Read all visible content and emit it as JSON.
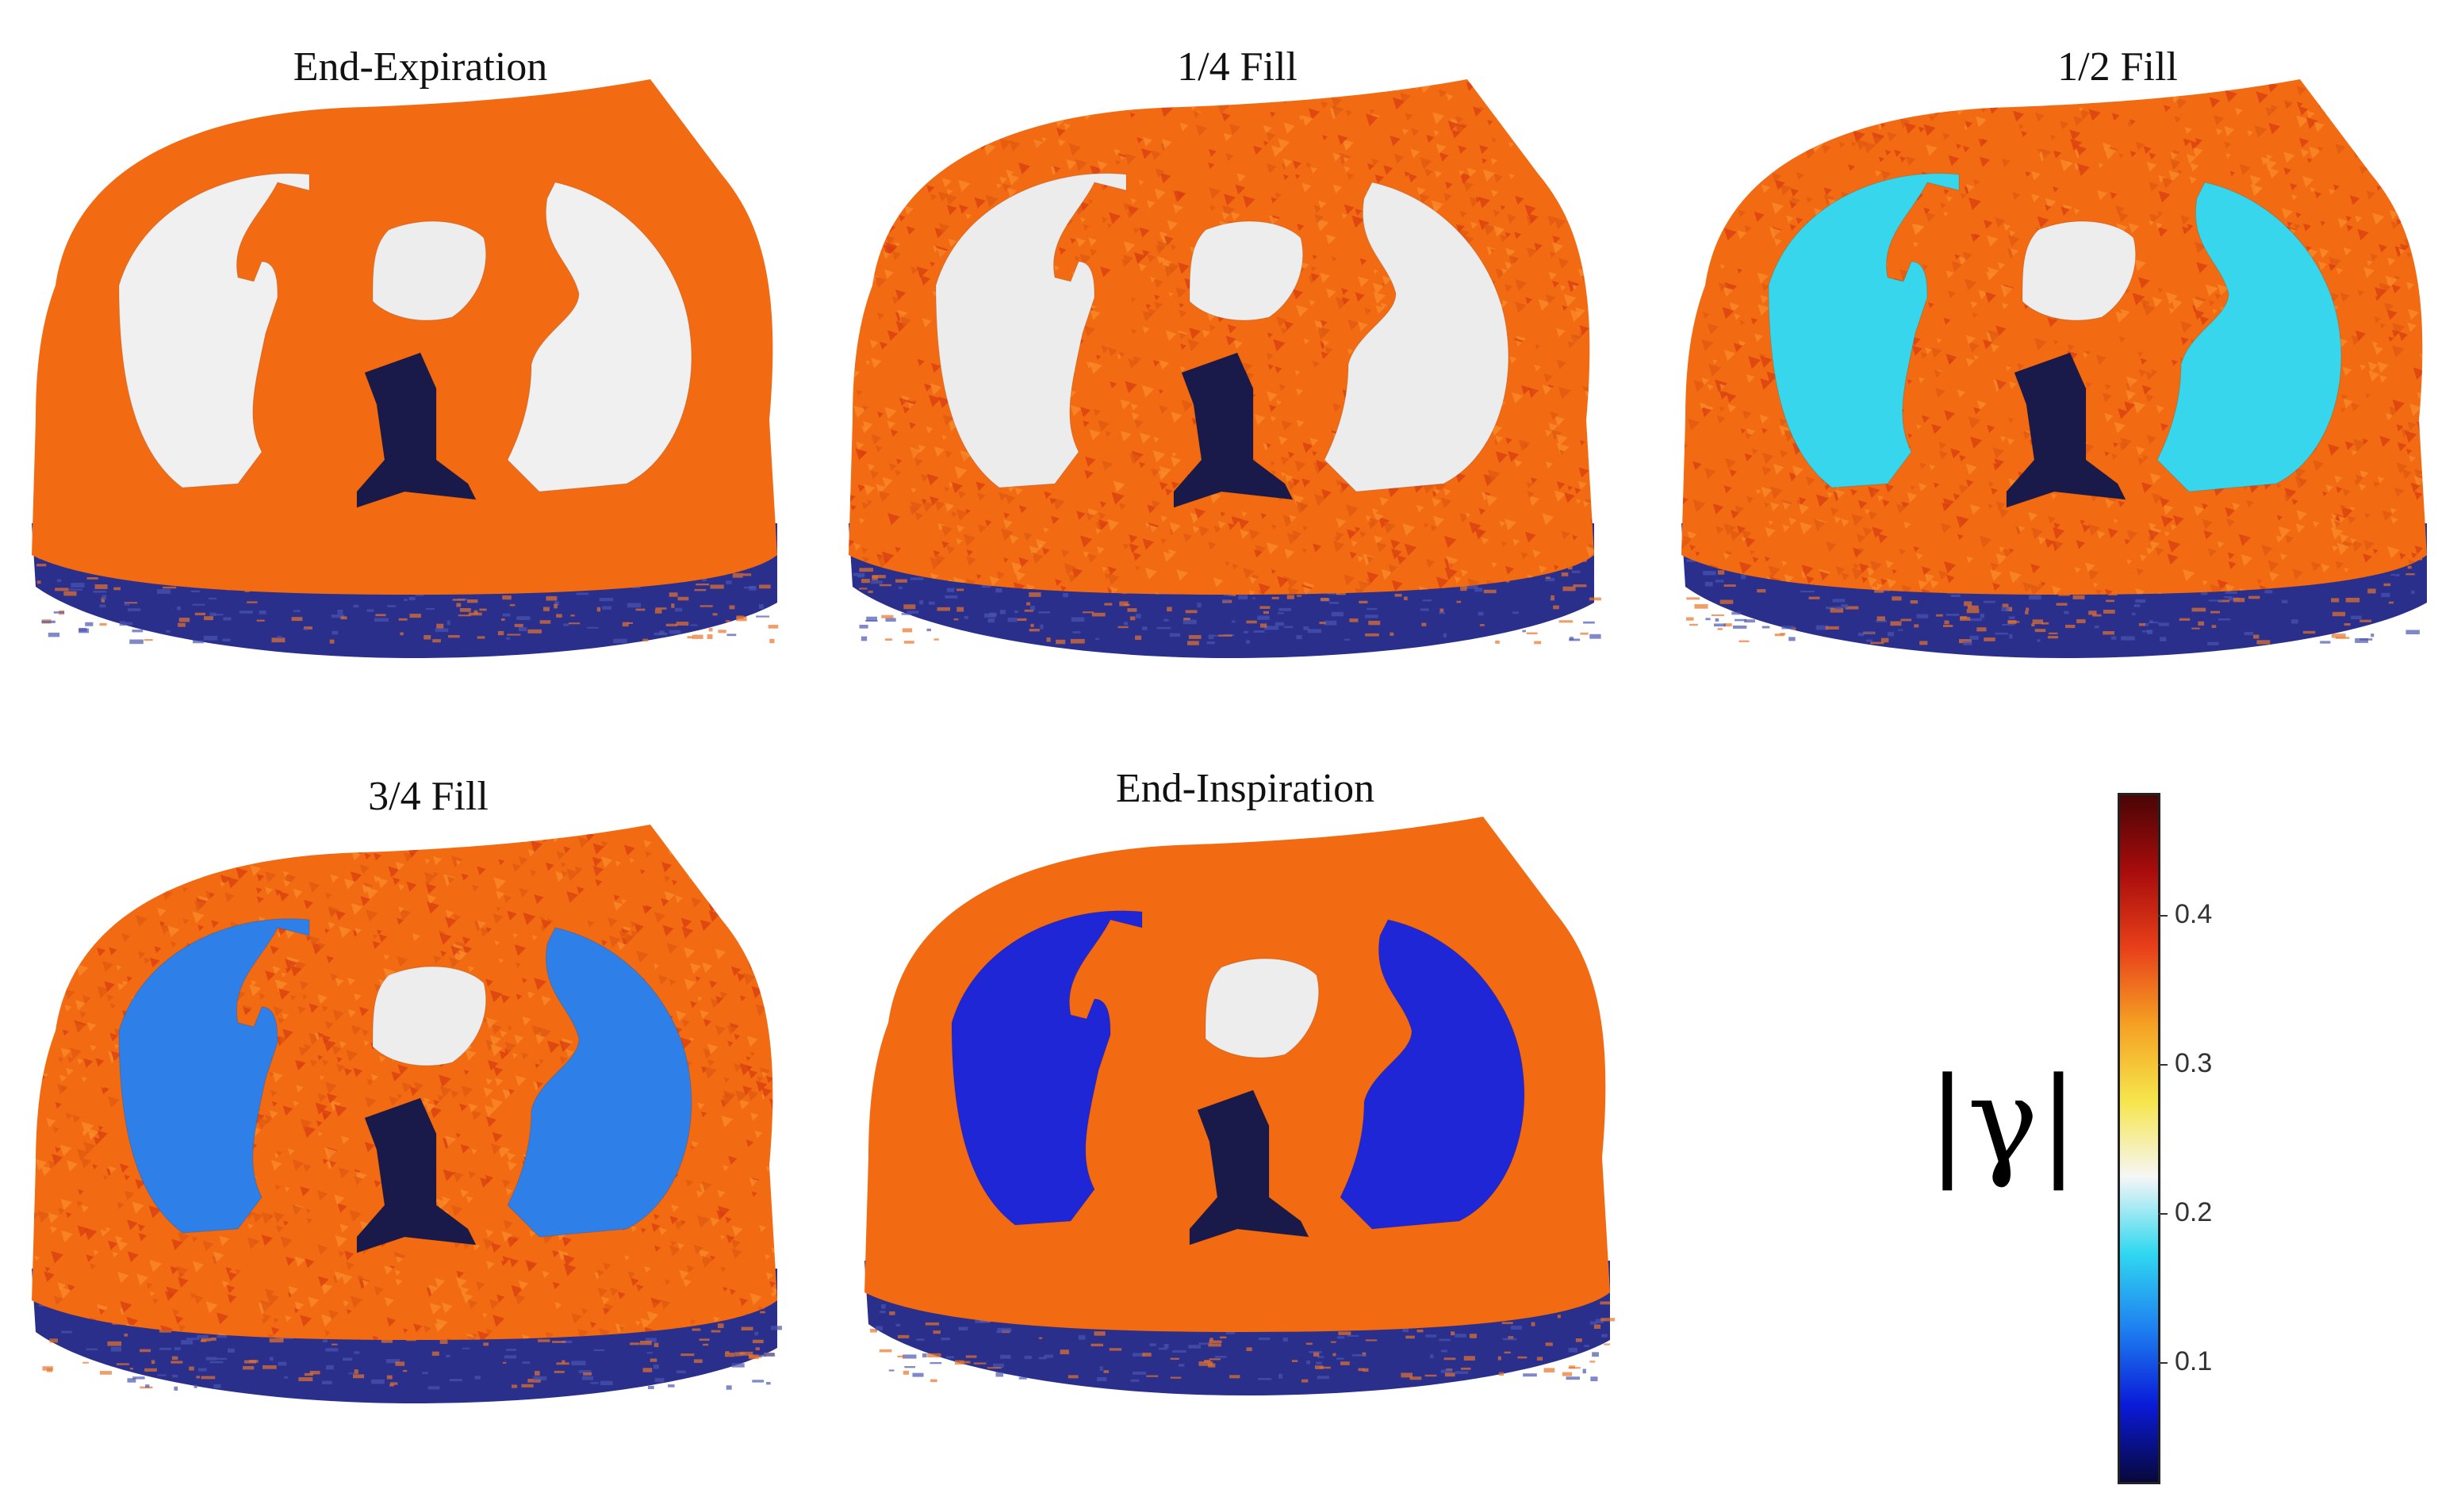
{
  "panels": [
    {
      "title": "End-Expiration",
      "lung_color": "#f0f0f0",
      "rim": "flat"
    },
    {
      "title": "1/4 Fill",
      "lung_color": "#ececec",
      "rim": "speckled"
    },
    {
      "title": "1/2 Fill",
      "lung_color": "#38d6ec",
      "rim": "speckled"
    },
    {
      "title": "3/4 Fill",
      "lung_color": "#2f7fe8",
      "rim": "speckled"
    },
    {
      "title": "End-Inspiration",
      "lung_color": "#1f26d6",
      "rim": "flat"
    }
  ],
  "colorbar": {
    "label": "|γ|",
    "ticks": [
      "0.1",
      "0.2",
      "0.3",
      "0.4"
    ],
    "tick_values": [
      0.1,
      0.2,
      0.3,
      0.4
    ],
    "range": [
      0.02,
      0.48
    ],
    "colors": [
      "#08083a",
      "#0a1ad8",
      "#1e7ff0",
      "#30d8f0",
      "#f6f6f6",
      "#f6e54a",
      "#f5a023",
      "#e8401a",
      "#a80c0c",
      "#4a0505"
    ]
  },
  "colors": {
    "tissue": "#f26a11",
    "heart": "#1a1a4a",
    "side": "#2a2f8c"
  }
}
